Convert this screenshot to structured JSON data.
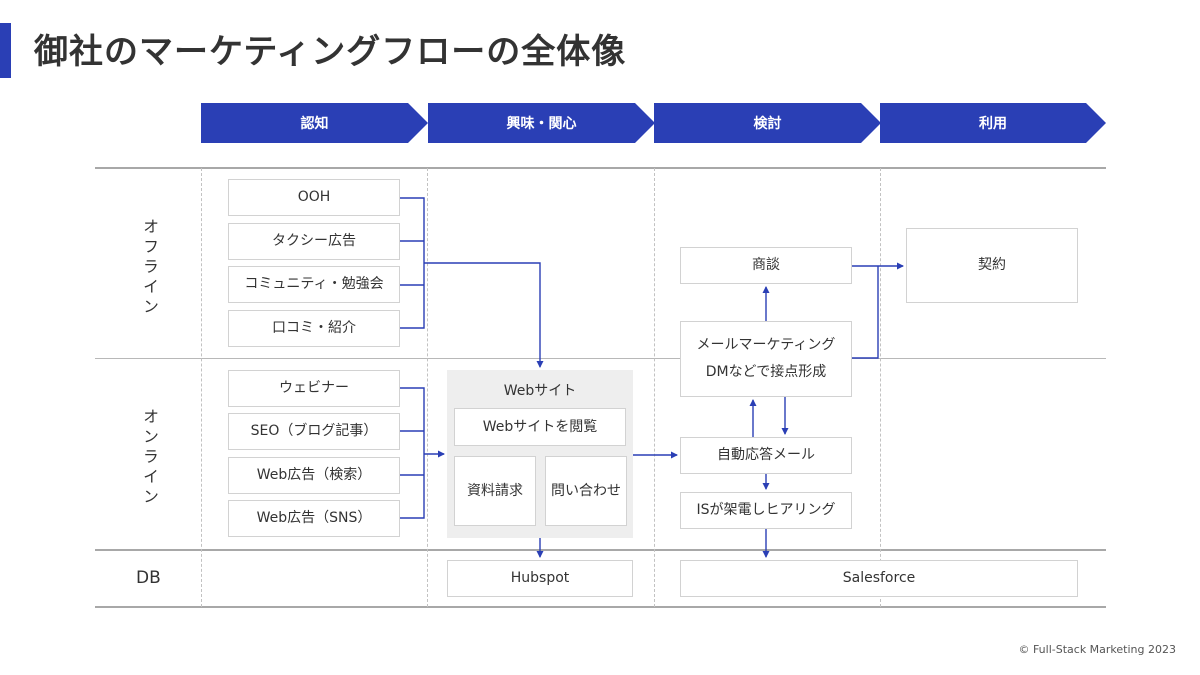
{
  "title": "御社のマーケティングフローの全体像",
  "stages": [
    "認知",
    "興味・関心",
    "検討",
    "利用"
  ],
  "rows": {
    "offline": "オフライン",
    "online": "オンライン",
    "db": "DB"
  },
  "offline_channels": [
    "OOH",
    "タクシー広告",
    "コミュニティ・勉強会",
    "口コミ・紹介"
  ],
  "online_channels": [
    "ウェビナー",
    "SEO（ブログ記事）",
    "Web広告（検索）",
    "Web広告（SNS）"
  ],
  "website": {
    "title": "Webサイト",
    "browse": "Webサイトを閲覧",
    "request_docs": "資料請求",
    "contact": "問い合わせ"
  },
  "consideration": {
    "negotiation": "商談",
    "mail_line1": "メールマーケティング",
    "mail_line2": "DMなどで接点形成",
    "auto_reply": "自動応答メール",
    "is_call": "ISが架電しヒアリング"
  },
  "usage": {
    "contract": "契約"
  },
  "db": {
    "hubspot": "Hubspot",
    "salesforce": "Salesforce"
  },
  "colors": {
    "accent": "#2a3fb5",
    "arrow": "#2a3fb5",
    "panel": "#eeeeee",
    "border": "#d2d2d2"
  },
  "copyright": "© Full-Stack Marketing 2023"
}
